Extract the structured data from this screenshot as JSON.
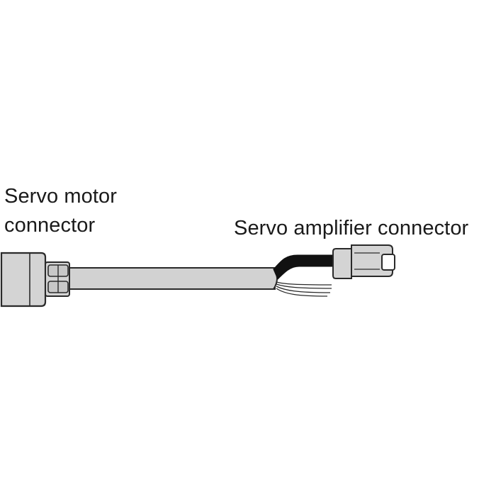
{
  "labels": {
    "motor_connector_line1": "Servo motor",
    "motor_connector_line2": "connector",
    "amplifier_connector": "Servo amplifier connector"
  },
  "colors": {
    "outline": "#2a2a2a",
    "housing_fill": "#d4d4d4",
    "cable_fill": "#d2d2d2",
    "black_lead": "#111111",
    "background": "#ffffff"
  }
}
